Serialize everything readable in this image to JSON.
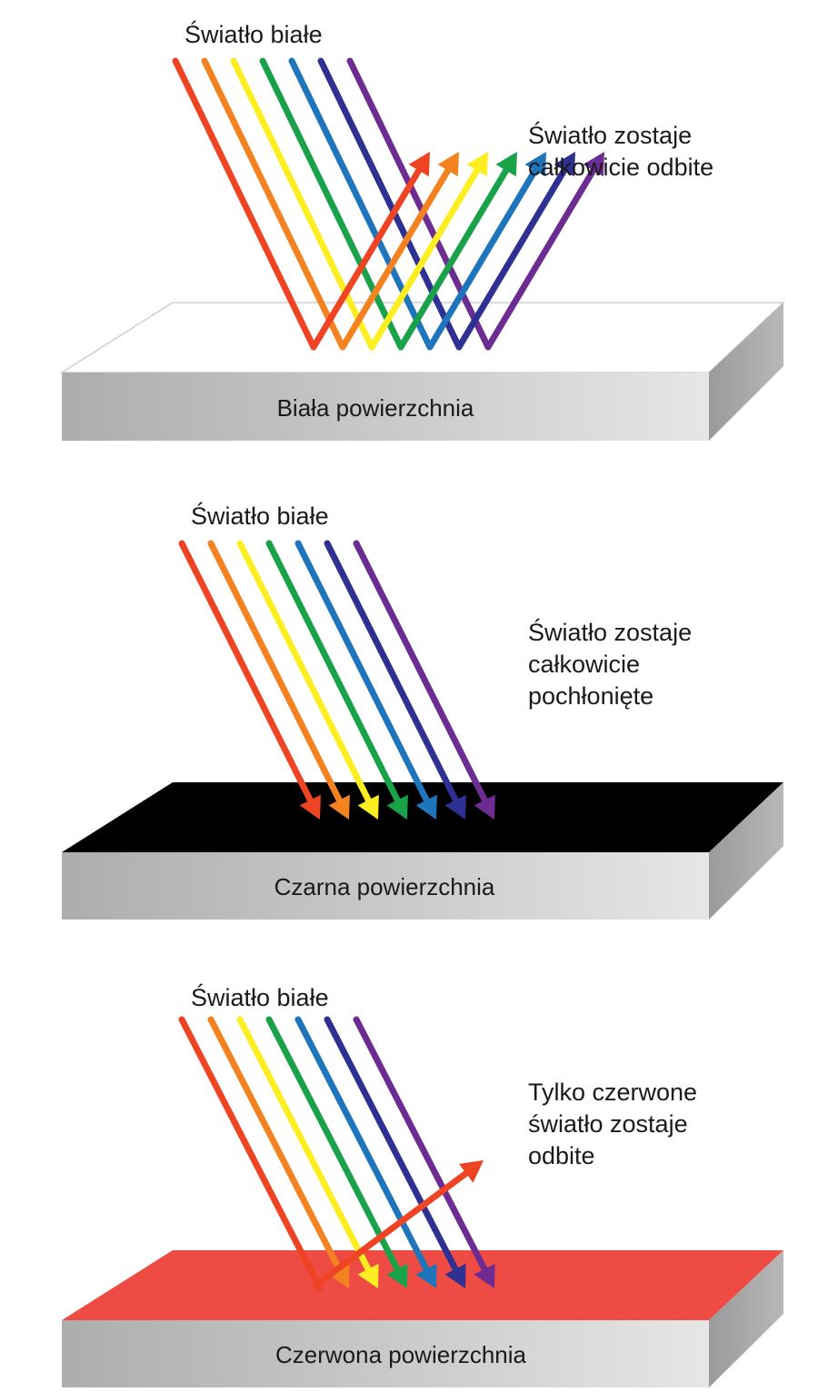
{
  "spectrum_colors": [
    "#ee4424",
    "#f58220",
    "#fcee21",
    "#1aa24b",
    "#1e75bb",
    "#2e3192",
    "#6c2c91"
  ],
  "panels": [
    {
      "id": "white",
      "incident_label": "Światło białe",
      "note_lines": [
        "Światło zostaje",
        "całkowicie odbite"
      ],
      "surface_label": "Biała powierzchnia",
      "surface_color": "#ffffff",
      "behavior": "all-reflected"
    },
    {
      "id": "black",
      "incident_label": "Światło białe",
      "note_lines": [
        "Światło zostaje",
        "całkowicie",
        "pochłonięte"
      ],
      "surface_label": "Czarna powierzchnia",
      "surface_color": "#000000",
      "behavior": "all-absorbed"
    },
    {
      "id": "red",
      "incident_label": "Światło białe",
      "note_lines": [
        "Tylko czerwone",
        "światło zostaje",
        "odbite"
      ],
      "surface_label": "Czerwona powierzchnia",
      "surface_color": "#ee4b44",
      "behavior": "red-reflected"
    }
  ]
}
